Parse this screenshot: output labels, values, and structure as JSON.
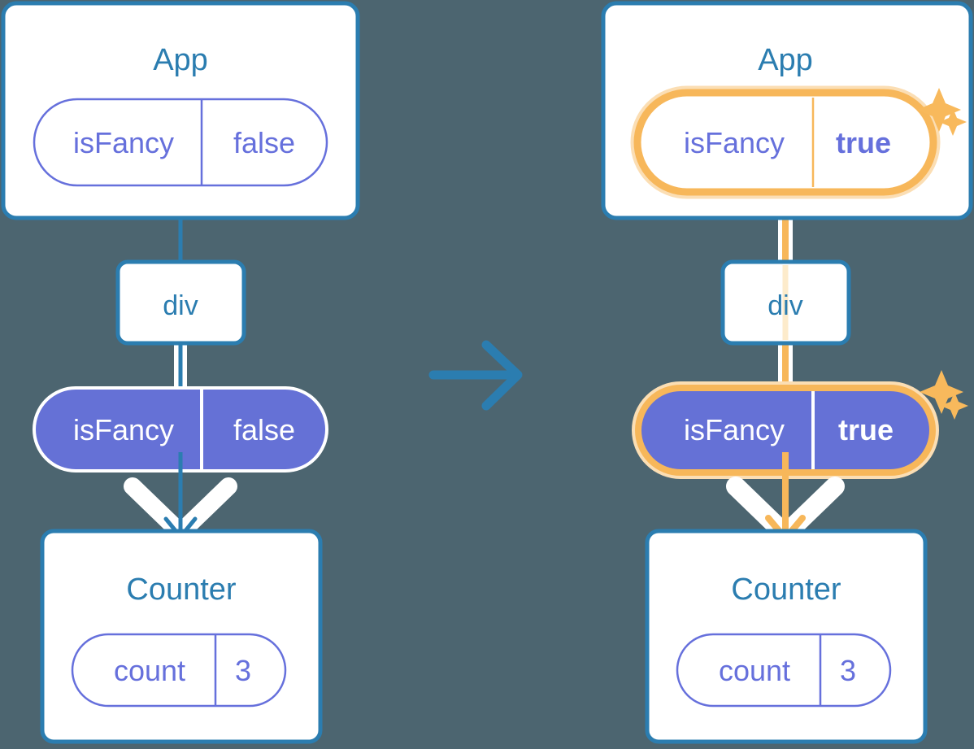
{
  "diagram": {
    "type": "state-propagation-diagram",
    "background_color": "#4C6570",
    "colors": {
      "box_border_blue": "#2B7DB0",
      "box_fill": "#FFFFFF",
      "title_blue": "#2B7DB0",
      "pill_purple_fill": "#6571D6",
      "pill_purple_stroke": "#6670DC",
      "pill_text_purple": "#6670DC",
      "pill_text_white": "#FFFFFF",
      "highlight_orange": "#F7B75A",
      "highlight_orange_glow": "#FBDEB4",
      "connector_blue": "#2B7DB0",
      "connector_orange": "#F7B75A",
      "connector_outline_white": "#FFFFFF",
      "sparkle_orange": "#F8B95C"
    },
    "transition_arrow": {
      "icon": "arrow-right-icon",
      "direction": "right",
      "color": "#2B7DB0"
    },
    "panels": [
      {
        "id": "before",
        "side": "left",
        "highlighted": false,
        "app": {
          "title": "App",
          "state_pill": {
            "key": "isFancy",
            "value": "false",
            "style": "outline",
            "highlighted": false,
            "value_bold": false
          }
        },
        "div": {
          "label": "div"
        },
        "prop_pill": {
          "key": "isFancy",
          "value": "false",
          "style": "filled",
          "highlighted": false,
          "value_bold": false
        },
        "counter": {
          "title": "Counter",
          "state_pill": {
            "key": "count",
            "value": "3",
            "style": "outline",
            "highlighted": false,
            "value_bold": false
          }
        },
        "arrow_into_counter": {
          "icon": "arrow-down-icon",
          "color": "#2B7DB0"
        },
        "sparkles": []
      },
      {
        "id": "after",
        "side": "right",
        "highlighted": true,
        "app": {
          "title": "App",
          "state_pill": {
            "key": "isFancy",
            "value": "true",
            "style": "outline",
            "highlighted": true,
            "value_bold": true
          }
        },
        "div": {
          "label": "div"
        },
        "prop_pill": {
          "key": "isFancy",
          "value": "true",
          "style": "filled",
          "highlighted": true,
          "value_bold": true
        },
        "counter": {
          "title": "Counter",
          "state_pill": {
            "key": "count",
            "value": "3",
            "style": "outline",
            "highlighted": false,
            "value_bold": false
          }
        },
        "arrow_into_counter": {
          "icon": "arrow-down-icon",
          "color": "#F7B75A"
        },
        "sparkles": [
          {
            "name": "sparkle-large-icon",
            "size": "large"
          },
          {
            "name": "sparkle-small-icon",
            "size": "small"
          }
        ]
      }
    ]
  }
}
